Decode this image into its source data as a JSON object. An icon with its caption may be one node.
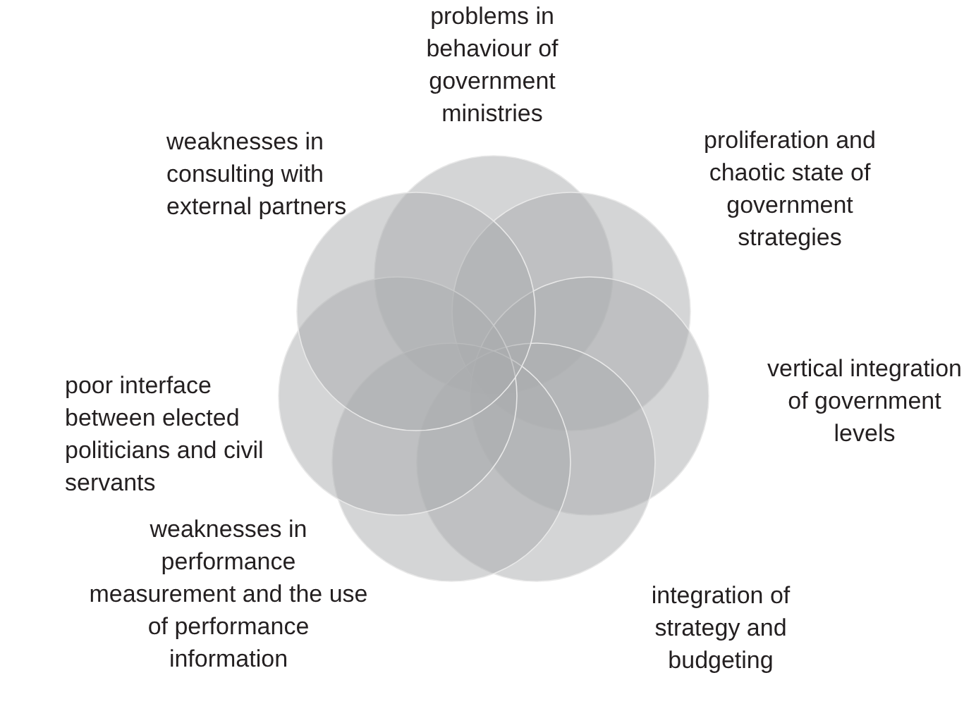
{
  "diagram": {
    "nodes": [
      {
        "text": [],
        "shape": "circle",
        "beside": [
          "problems in behaviour of government ministries"
        ]
      },
      {
        "text": [],
        "shape": "circle",
        "beside": [
          "proliferation and chaotic state of government strategies"
        ]
      },
      {
        "text": [],
        "shape": "circle",
        "beside": [
          "vertical integration of government levels"
        ]
      },
      {
        "text": [],
        "shape": "circle",
        "beside": [
          "integration of strategy and budgeting"
        ]
      },
      {
        "text": [],
        "shape": "circle",
        "beside": [
          "weaknesses in performance measurement and the use of performance information"
        ]
      },
      {
        "text": [],
        "shape": "circle",
        "beside": [
          "poor interface between elected politicians and civil servants"
        ]
      },
      {
        "text": [],
        "shape": "circle",
        "beside": [
          "weaknesses in consulting with external partners"
        ]
      }
    ]
  }
}
